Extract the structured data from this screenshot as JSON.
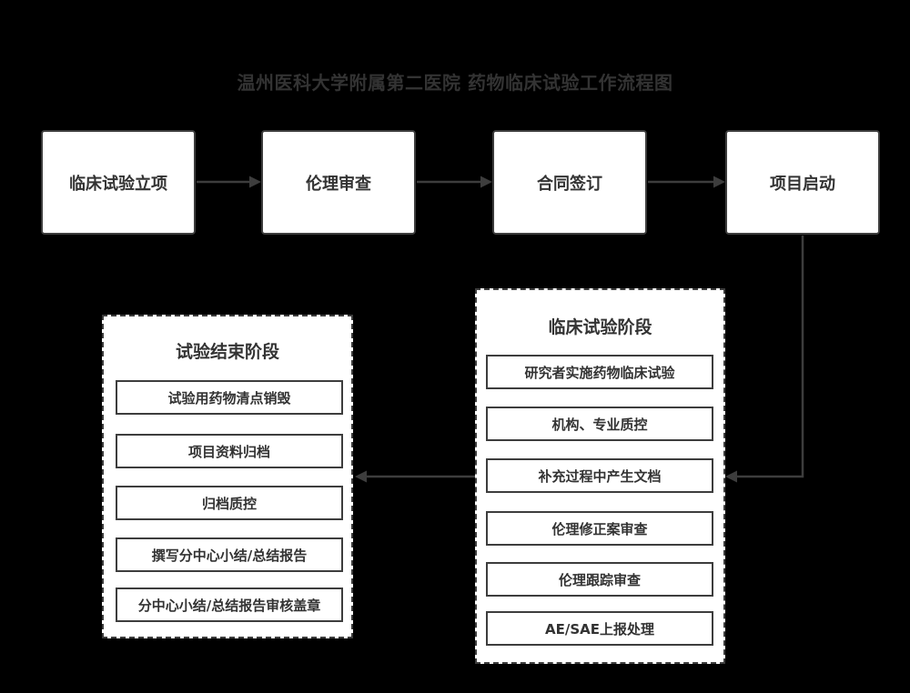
{
  "title": "温州医科大学附属第二医院 药物临床试验工作流程图",
  "flow": {
    "nodes": [
      {
        "label": "临床试验立项"
      },
      {
        "label": "伦理审查"
      },
      {
        "label": "合同签订"
      },
      {
        "label": "项目启动"
      }
    ]
  },
  "trial_phase_panel": {
    "title": "临床试验阶段",
    "items": [
      {
        "label": "研究者实施药物临床试验"
      },
      {
        "label": "机构、专业质控"
      },
      {
        "label": "补充过程中产生文档"
      },
      {
        "label": "伦理修正案审查"
      },
      {
        "label": "伦理跟踪审查"
      },
      {
        "label": "AE/SAE上报处理"
      }
    ]
  },
  "end_phase_panel": {
    "title": "试验结束阶段",
    "items": [
      {
        "label": "试验用药物清点销毁"
      },
      {
        "label": "项目资料归档"
      },
      {
        "label": "归档质控"
      },
      {
        "label": "撰写分中心小结/总结报告"
      },
      {
        "label": "分中心小结/总结报告审核盖章"
      }
    ]
  },
  "colors": {
    "background": "#000000",
    "shape_fill": "#ffffff",
    "stroke": "#3d3d3d",
    "text": "#333333"
  }
}
